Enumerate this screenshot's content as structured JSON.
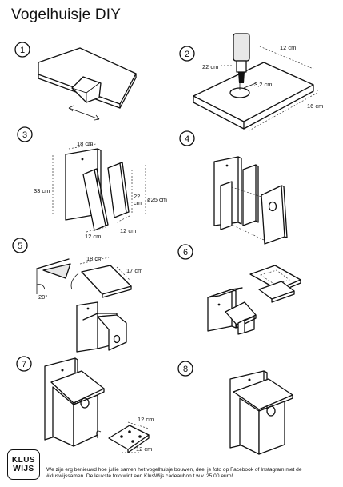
{
  "title": "Vogelhuisje DIY",
  "steps": [
    "1",
    "2",
    "3",
    "4",
    "5",
    "6",
    "7",
    "8"
  ],
  "dimensions": {
    "s2_width": "12 cm",
    "s2_drill": "22 cm",
    "s2_hole": "3,2 cm",
    "s2_length": "16 cm",
    "s3_top": "18 cm",
    "s3_height": "33 cm",
    "s3_mid_a": "22",
    "s3_mid_b": "cm",
    "s3_right": "ø25 cm",
    "s3_bottom_left": "12 cm",
    "s3_bottom_right": "12 cm",
    "s5_angle": "20°",
    "s5_roof_w": "18 cm",
    "s5_roof_d": "17 cm",
    "s7_top": "12 cm",
    "s7_bottom": "12 cm"
  },
  "footer": {
    "logo_line1": "KLUS",
    "logo_line2": "WIJS",
    "text": "We zijn erg benieuwd hoe jullie samen het vogelhuisje bouwen, deel je foto op Facebook of Instagram met de #kluswijssamen. De leukste foto wint een KlusWijs cadeaubon t.w.v. 25,00 euro!"
  }
}
